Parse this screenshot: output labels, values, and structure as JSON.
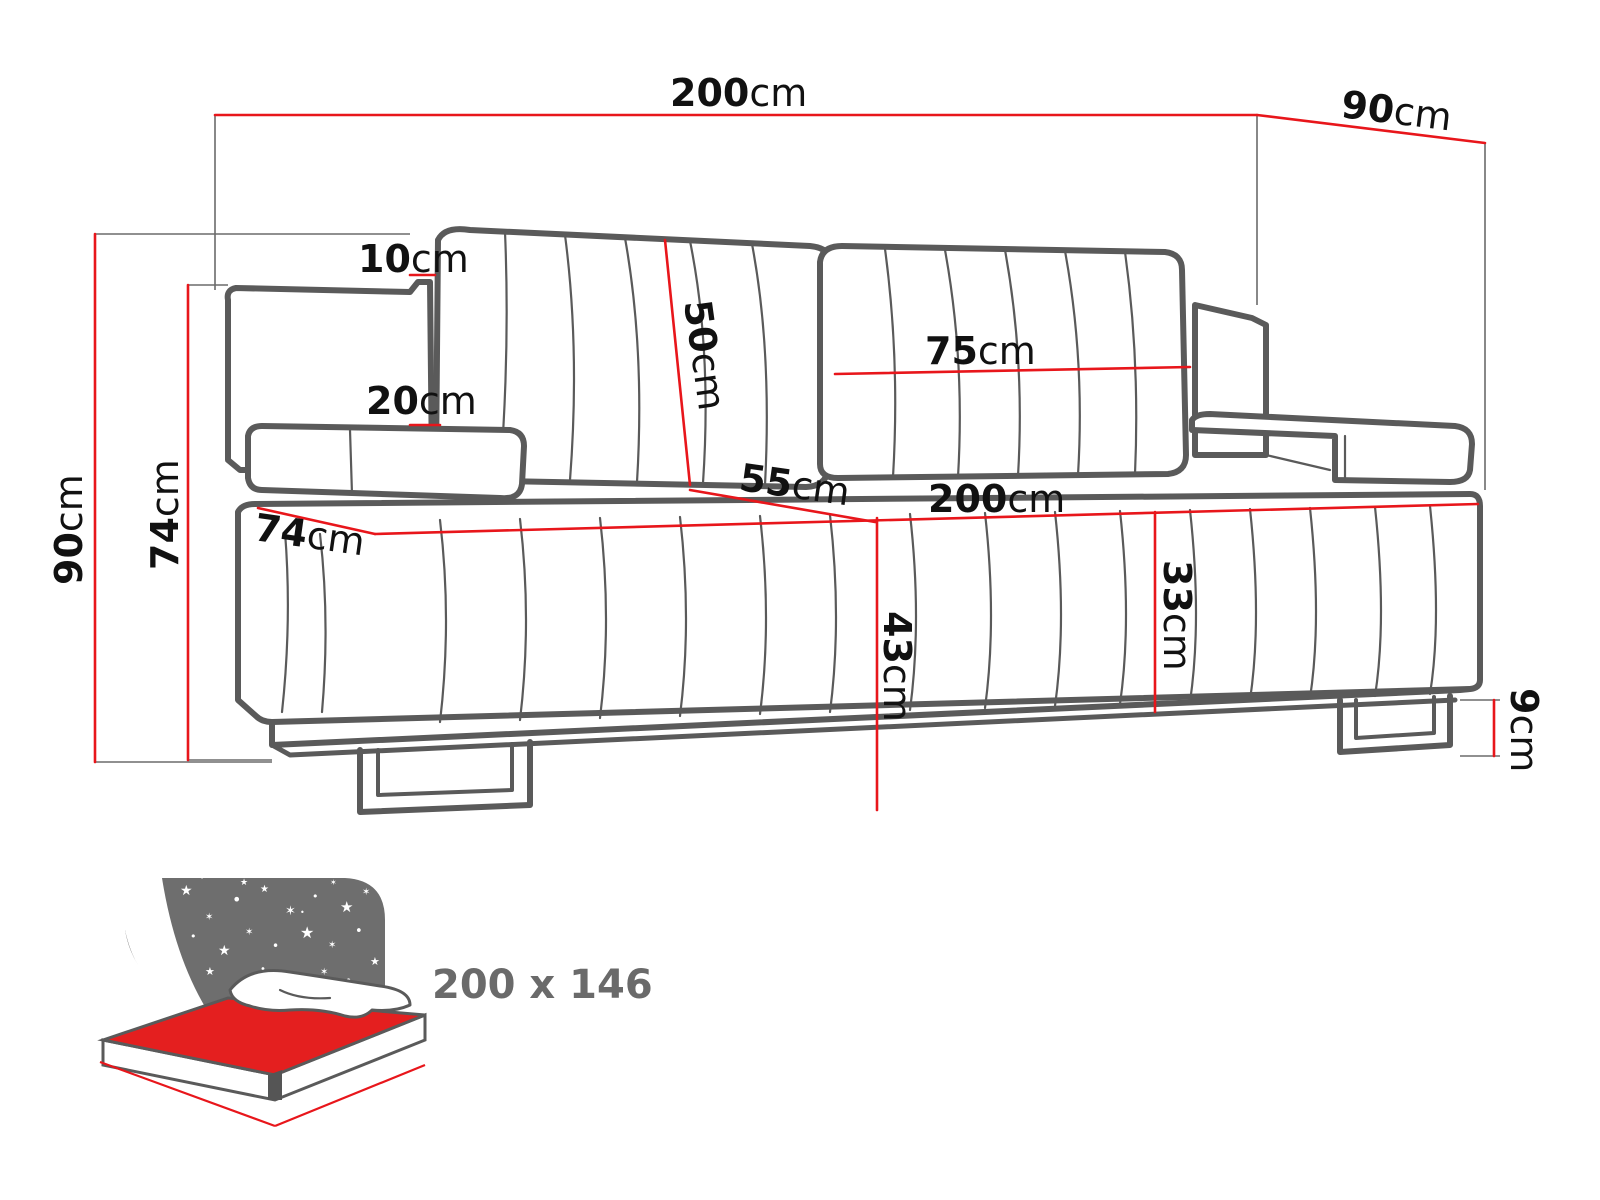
{
  "unit": "cm",
  "colors": {
    "dimension_line": "#e8161b",
    "outline": "#5a5a5a",
    "mattress": "#e41f1f",
    "night_panel": "#6e6e6e",
    "bed_label": "#6a6a6a"
  },
  "dimensions": {
    "overall_width": "200",
    "overall_depth": "90",
    "overall_height": "90",
    "armrest_height": "74",
    "armrest_depth": "74",
    "backrest_offset": "10",
    "armrest_thickness": "20",
    "cushion_height": "50",
    "cushion_width": "75",
    "seat_depth": "55",
    "seat_width": "200",
    "seat_height": "43",
    "base_height": "33",
    "leg_height": "9"
  },
  "bed": {
    "icon": "sleeping-bed-icon",
    "size_label": "200 x 146"
  }
}
